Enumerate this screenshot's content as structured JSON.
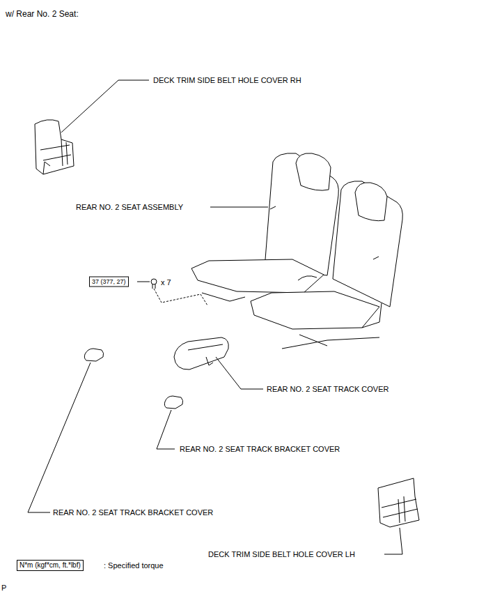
{
  "diagram": {
    "title": "w/ Rear No. 2 Seat:",
    "nodes": [
      {
        "text": [
          "37 (377, 27)"
        ]
      },
      {
        "text": [
          "N*m (kgf*cm, ft.*lbf)"
        ]
      }
    ],
    "labels": [
      "DECK TRIM SIDE BELT HOLE COVER RH",
      "REAR NO. 2 SEAT ASSEMBLY",
      "x 7",
      "REAR NO. 2 SEAT TRACK COVER",
      "REAR NO. 2 SEAT TRACK BRACKET COVER",
      "REAR NO. 2 SEAT TRACK BRACKET COVER",
      "DECK TRIM SIDE BELT HOLE COVER LH",
      ": Specified torque",
      "P"
    ]
  }
}
